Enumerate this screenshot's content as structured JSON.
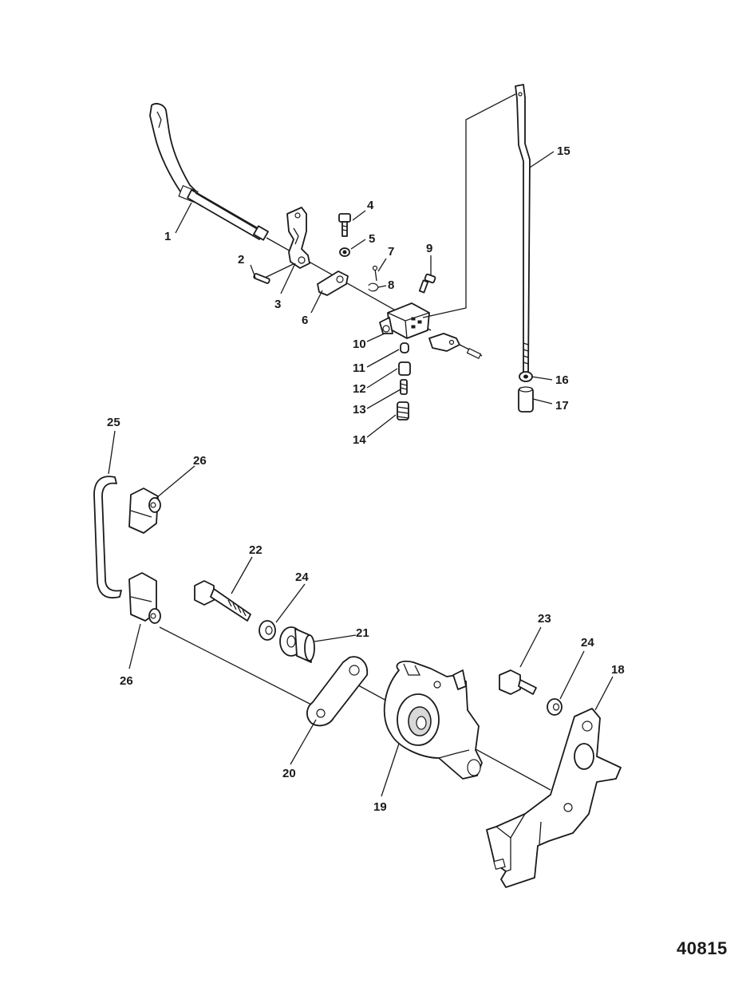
{
  "figure_number": "40815",
  "callouts": [
    {
      "id": "1",
      "label": "1"
    },
    {
      "id": "2",
      "label": "2"
    },
    {
      "id": "3",
      "label": "3"
    },
    {
      "id": "4",
      "label": "4"
    },
    {
      "id": "5",
      "label": "5"
    },
    {
      "id": "6",
      "label": "6"
    },
    {
      "id": "7",
      "label": "7"
    },
    {
      "id": "8",
      "label": "8"
    },
    {
      "id": "9",
      "label": "9"
    },
    {
      "id": "10",
      "label": "10"
    },
    {
      "id": "11",
      "label": "11"
    },
    {
      "id": "12",
      "label": "12"
    },
    {
      "id": "13",
      "label": "13"
    },
    {
      "id": "14",
      "label": "14"
    },
    {
      "id": "15",
      "label": "15"
    },
    {
      "id": "16",
      "label": "16"
    },
    {
      "id": "17",
      "label": "17"
    },
    {
      "id": "18",
      "label": "18"
    },
    {
      "id": "19",
      "label": "19"
    },
    {
      "id": "20",
      "label": "20"
    },
    {
      "id": "21",
      "label": "21"
    },
    {
      "id": "22",
      "label": "22"
    },
    {
      "id": "23",
      "label": "23"
    },
    {
      "id": "24a",
      "label": "24"
    },
    {
      "id": "24b",
      "label": "24"
    },
    {
      "id": "25",
      "label": "25"
    },
    {
      "id": "26a",
      "label": "26"
    },
    {
      "id": "26b",
      "label": "26"
    }
  ]
}
